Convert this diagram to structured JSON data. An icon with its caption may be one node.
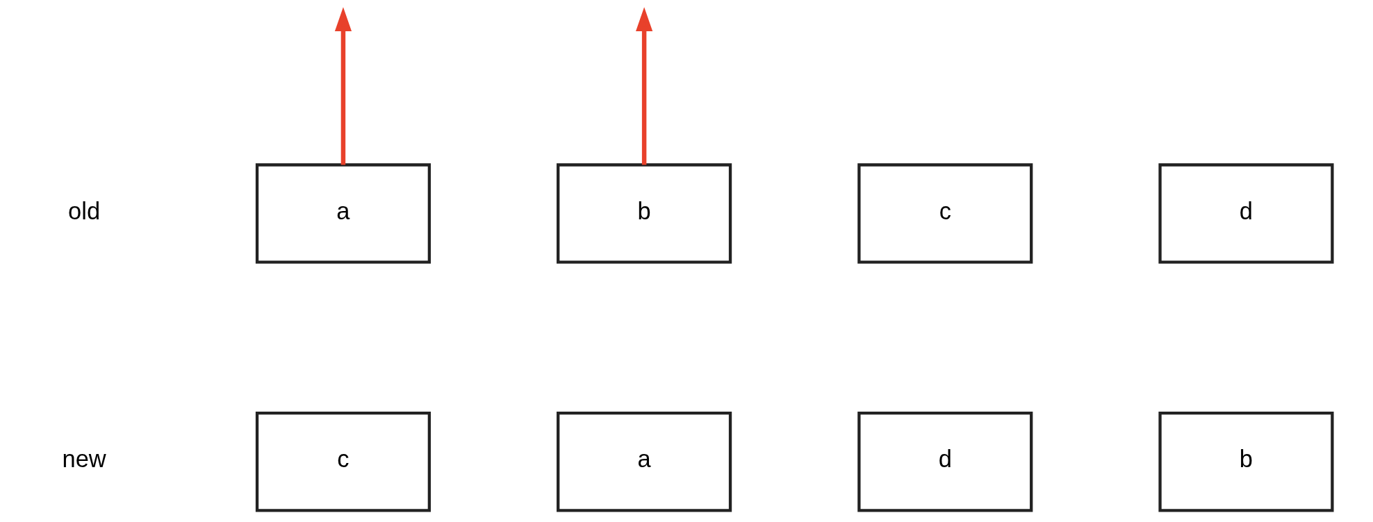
{
  "diagram": {
    "nodes": [
      {
        "text": [
          "a"
        ]
      },
      {
        "text": [
          "b"
        ]
      },
      {
        "text": [
          "c"
        ]
      },
      {
        "text": [
          "d"
        ]
      },
      {
        "text": [
          "c"
        ]
      },
      {
        "text": [
          "a"
        ]
      },
      {
        "text": [
          "d"
        ]
      },
      {
        "text": [
          "b"
        ]
      }
    ],
    "edges": [
      {
        "from": 0,
        "to": null,
        "arrow": "to",
        "color": "#e8412b"
      },
      {
        "from": 1,
        "to": null,
        "arrow": "to",
        "color": "#e8412b"
      }
    ],
    "labels": [
      "old",
      "new"
    ]
  }
}
